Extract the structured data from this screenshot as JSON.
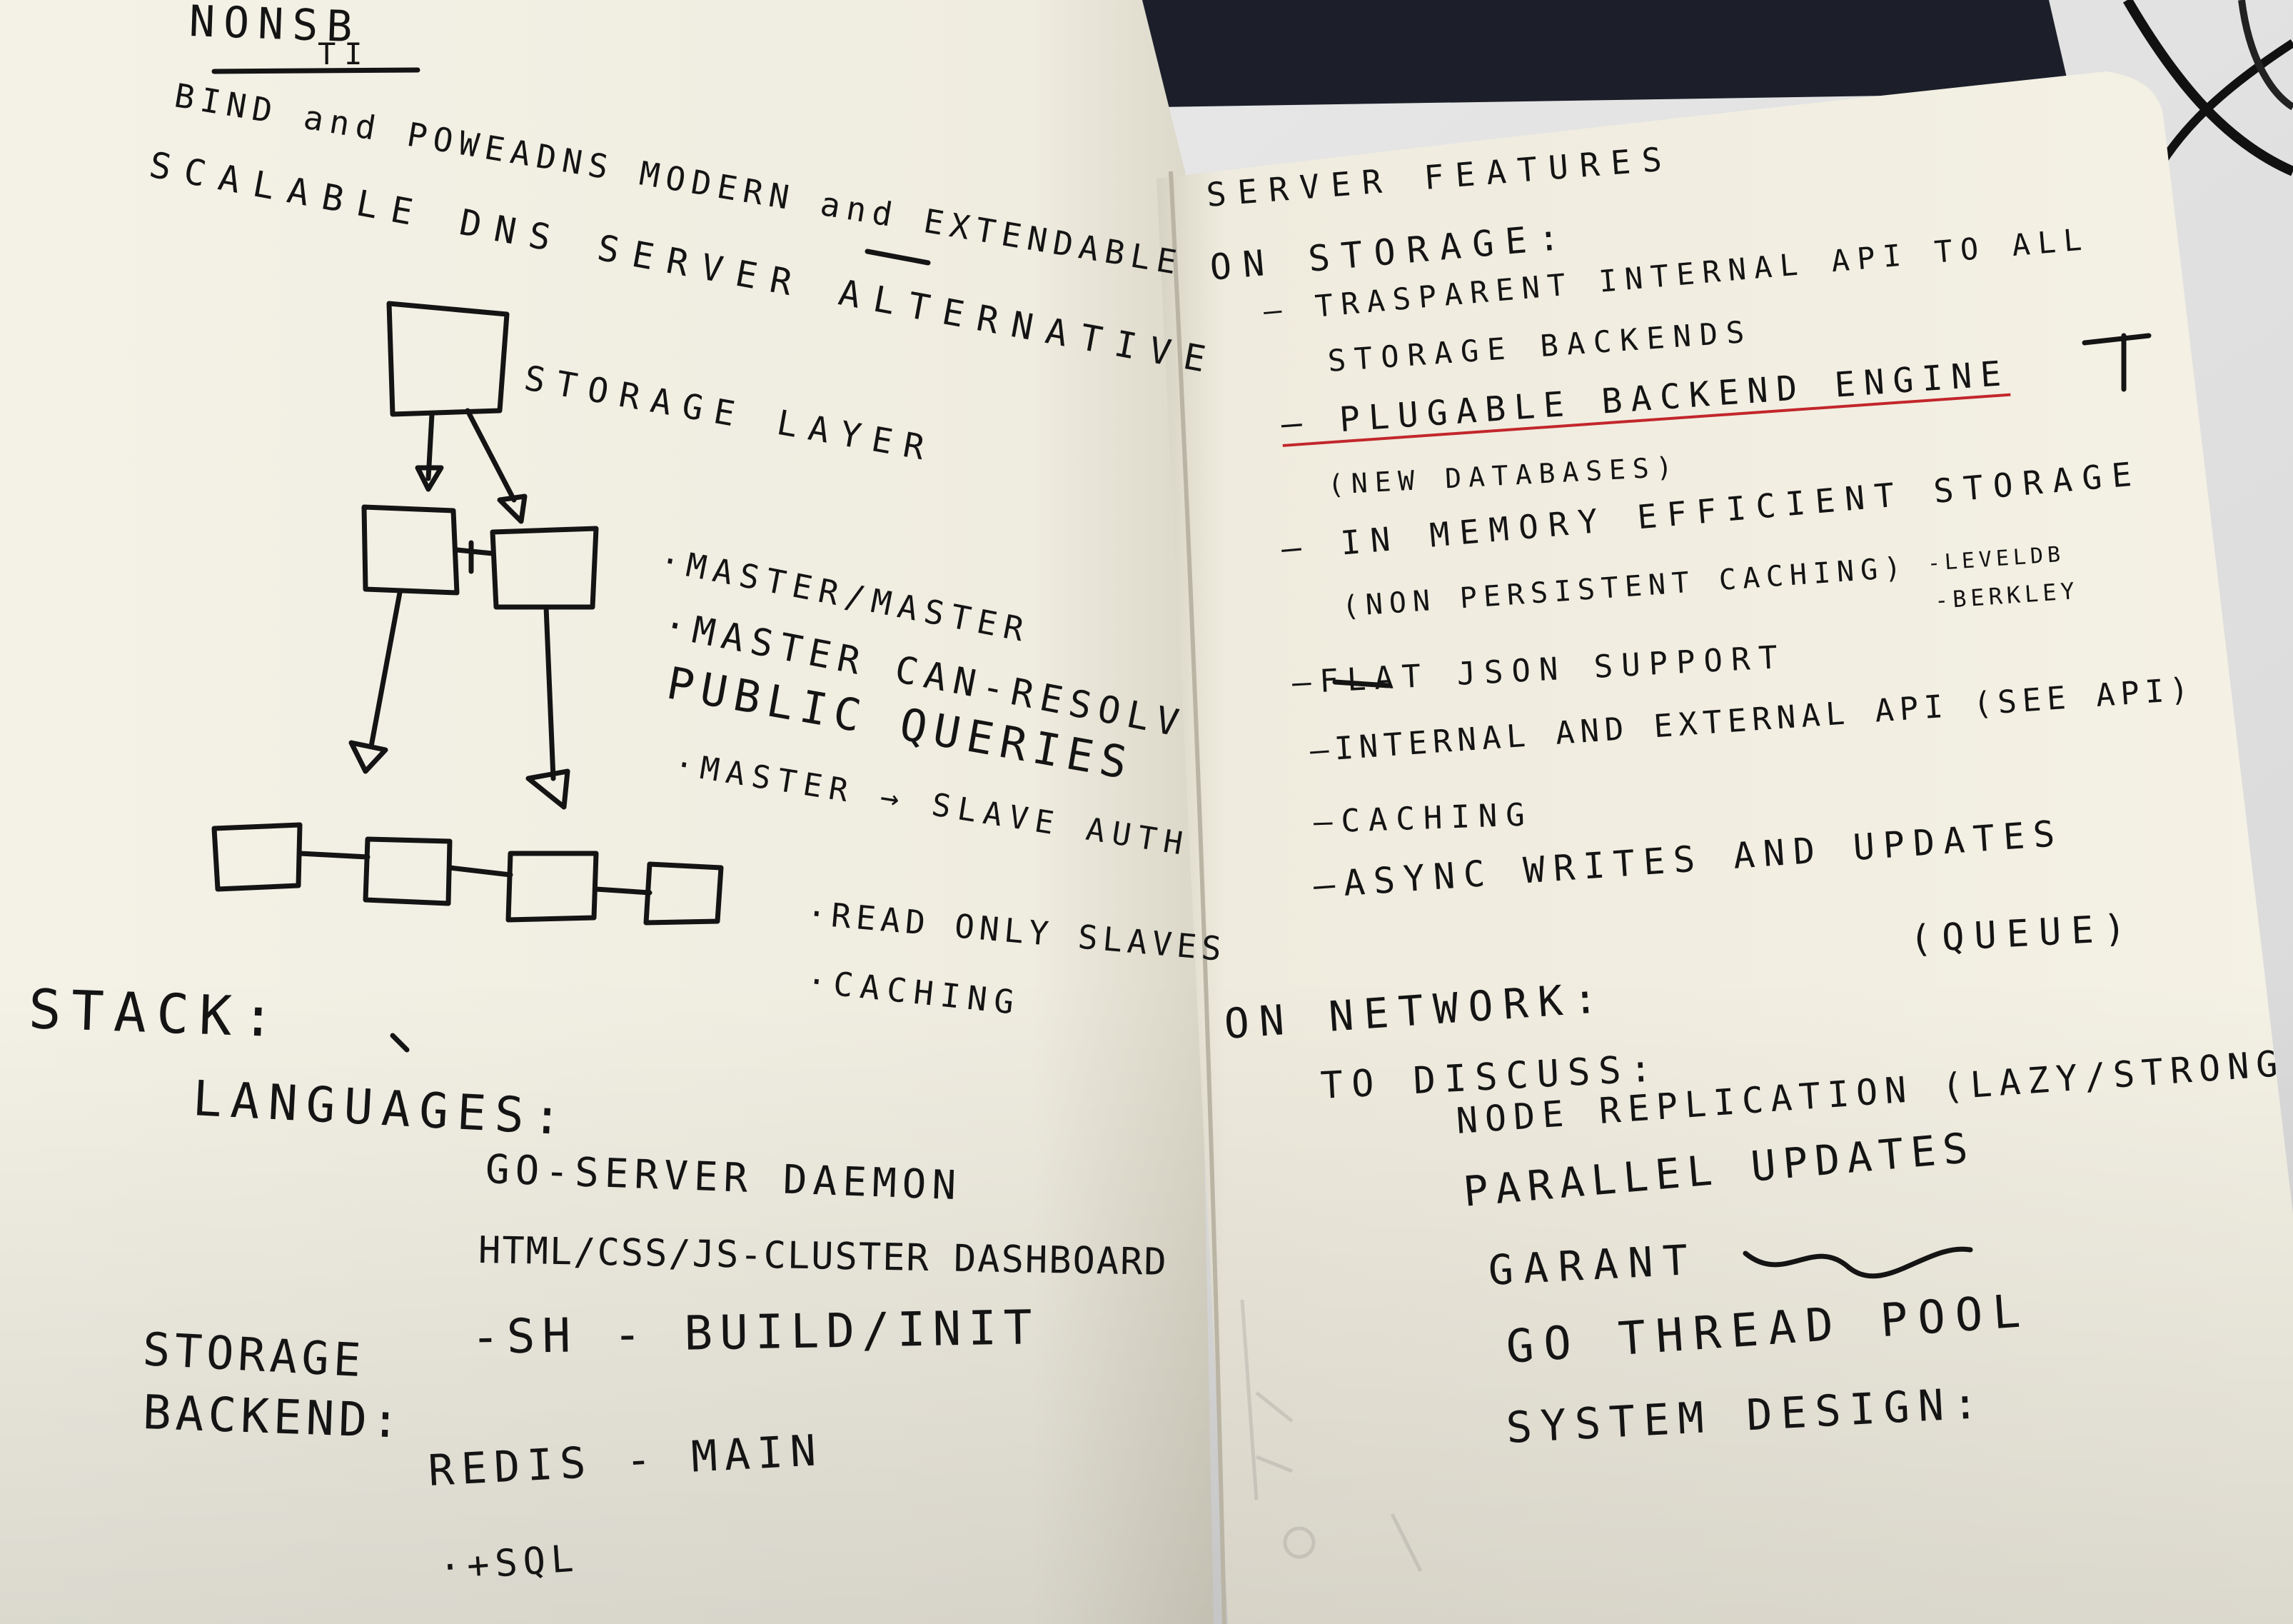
{
  "left_page": {
    "header": "NONSB",
    "header_sub": "TI",
    "title_lines": [
      "BIND and POWEADNS MODERN and EXTENDABLE",
      "SCALABLE DNS SERVER ALTERNATIVE"
    ],
    "diagram_labels": {
      "storage_layer": "STORAGE LAYER",
      "master_master": "·MASTER/MASTER",
      "master_can_resolv_1": "·MASTER CAN-RESOLV",
      "master_can_resolv_2": "PUBLIC QUERIES",
      "master_slave": "·MASTER → SLAVE AUTH",
      "read_only": "·READ ONLY SLAVES",
      "caching": "·CACHING"
    },
    "stack": {
      "title": "STACK:",
      "languages_label": "LANGUAGES:",
      "languages": [
        "GO-SERVER DAEMON",
        "HTML/CSS/JS-CLUSTER DASHBOARD",
        "-SH - BUILD/INIT"
      ],
      "storage_label_1": "STORAGE",
      "storage_label_2": "BACKEND:",
      "storage": [
        "REDIS - MAIN",
        "·+SQL"
      ]
    }
  },
  "right_page": {
    "title": "SERVER FEATURES",
    "storage_label": "ON STORAGE:",
    "storage_items": [
      "– TRASPARENT INTERNAL API TO ALL",
      "STORAGE BACKENDS",
      "– PLUGABLE BACKEND ENGINE",
      "(NEW DATABASES)",
      "– IN MEMORY EFFICIENT STORAGE",
      "(NON PERSISTENT CACHING)",
      "–FLAT JSON SUPPORT",
      "–INTERNAL AND EXTERNAL API (SEE API)",
      "–CACHING",
      "–ASYNC WRITES AND UPDATES",
      "(QUEUE)"
    ],
    "side_notes": [
      "-LEVELDB",
      "-BERKLEY"
    ],
    "network_label": "ON NETWORK:",
    "network_items": [
      "TO DISCUSS:",
      "NODE REPLICATION (LAZY/STRONG",
      "PARALLEL UPDATES",
      "GARANT",
      "GO THREAD POOL",
      "SYSTEM DESIGN:"
    ]
  },
  "colors": {
    "ink": "#141414",
    "underline_red": "#c2262b",
    "paper": "#f3f0e3",
    "cover": "#1c1f2a"
  }
}
